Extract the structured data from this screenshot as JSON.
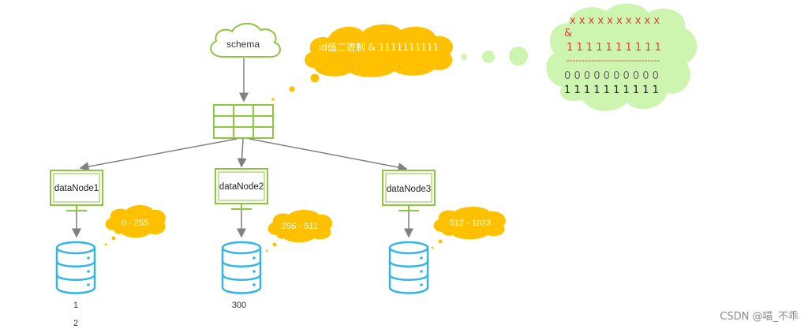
{
  "schema": {
    "label": "schema"
  },
  "hash_bubble": {
    "text": "id值二进制 & 1111111111"
  },
  "binary_cloud": {
    "line1": "x x x x x x x x x x",
    "operator": "&",
    "line2": "1 1 1 1 1 1 1 1 1 1",
    "divider": "------------------------------",
    "line3": "0 0 0 0 0 0 0 0 0 0",
    "line4": "1 1 1 1 1 1 1 1 1 1"
  },
  "nodes": [
    {
      "label": "dataNode1",
      "range": "0 - 255"
    },
    {
      "label": "dataNode2",
      "range": "256 - 511"
    },
    {
      "label": "dataNode3",
      "range": "512 - 1023"
    }
  ],
  "examples": [
    "1",
    "2",
    "300"
  ],
  "watermark": "CSDN @喵_不乖",
  "colors": {
    "green": "#8dc63f",
    "light_green": "#cdf5b0",
    "yellow": "#ffc000",
    "blue": "#33b5e5",
    "gray": "#808080",
    "red": "#e53935"
  }
}
